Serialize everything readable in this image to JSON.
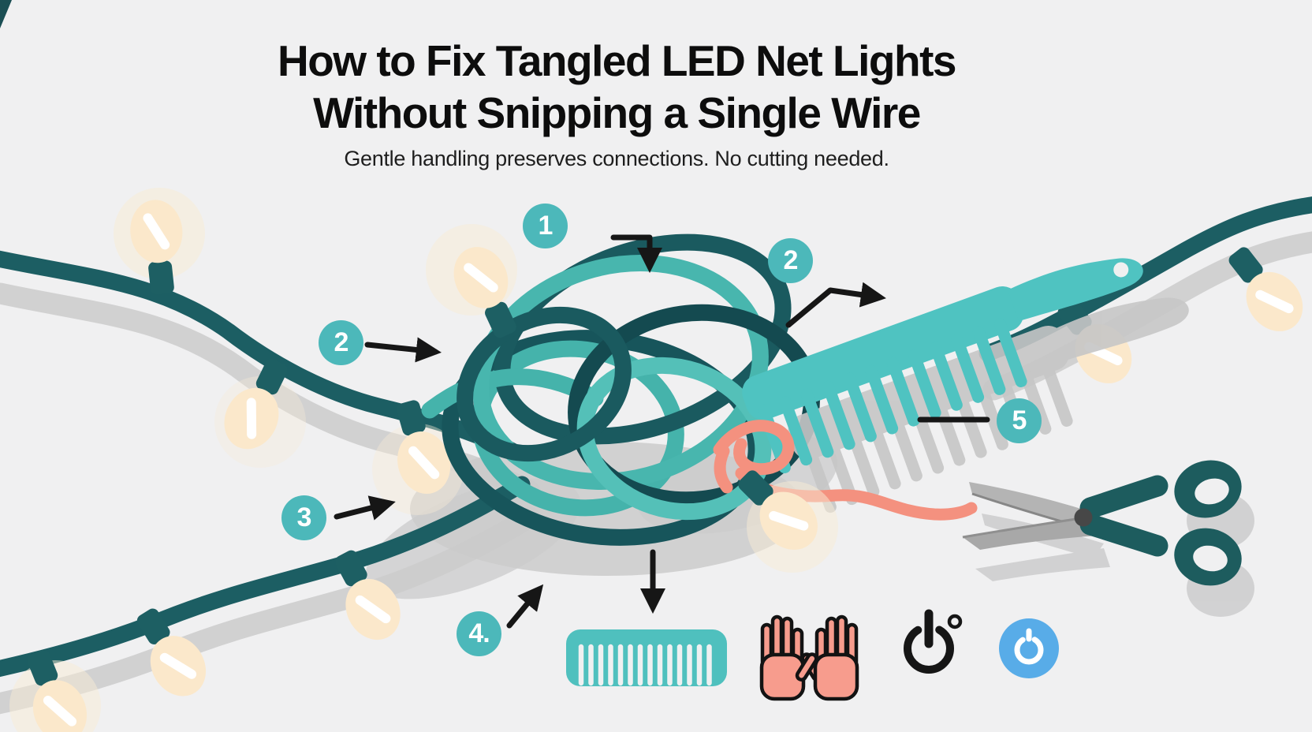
{
  "header": {
    "title_line1": "How to Fix Tangled LED Net Lights",
    "title_line2": "Without Snipping a Single Wire",
    "subtitle": "Gentle handling preserves connections. No cutting needed."
  },
  "callouts": [
    {
      "id": "step-1",
      "label": "1"
    },
    {
      "id": "step-2-right",
      "label": "2"
    },
    {
      "id": "step-2-left",
      "label": "2"
    },
    {
      "id": "step-3",
      "label": "3"
    },
    {
      "id": "step-4",
      "label": "4."
    },
    {
      "id": "step-5",
      "label": "5"
    }
  ],
  "illustration": {
    "elements": [
      "tangled-led-net-light-strings",
      "detangling-comb",
      "flexible-tie-ribbon",
      "scissors-not-needed"
    ],
    "bottom_icons": [
      "comb-icon",
      "raised-hands-icon",
      "power-off-icon",
      "power-button-icon"
    ]
  },
  "colors": {
    "background": "#f0f0f1",
    "wire_dark_teal": "#1c5e63",
    "wire_light_teal": "#45b3ab",
    "comb_teal": "#4fc3c1",
    "bulb_cream": "#fbe8cb",
    "badge_teal": "#4cb8ba",
    "ribbon_pink": "#f4917f",
    "hands_pink": "#f79c8d",
    "power_button_blue": "#58ace8",
    "shadow_gray": "#c9c9c9",
    "arrow_black": "#161616"
  }
}
